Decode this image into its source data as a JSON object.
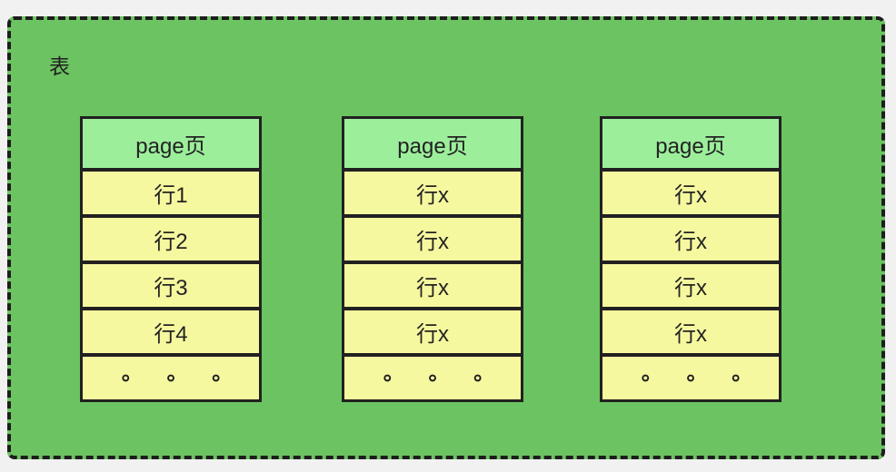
{
  "page": {
    "background": "#f1f1f1"
  },
  "container": {
    "label": "表",
    "background": "#6cc361",
    "border_color": "#1d1d1d",
    "border_style": "dashed"
  },
  "colors": {
    "header_bg": "#9cee9b",
    "row_bg": "#f6f89f",
    "line": "#212121",
    "text": "#232323"
  },
  "tables": [
    {
      "header": "page页",
      "rows": [
        "行1",
        "行2",
        "行3",
        "行4"
      ],
      "ellipsis": "∘ ∘ ∘"
    },
    {
      "header": "page页",
      "rows": [
        "行x",
        "行x",
        "行x",
        "行x"
      ],
      "ellipsis": "∘ ∘ ∘"
    },
    {
      "header": "page页",
      "rows": [
        "行x",
        "行x",
        "行x",
        "行x"
      ],
      "ellipsis": "∘ ∘ ∘"
    }
  ]
}
